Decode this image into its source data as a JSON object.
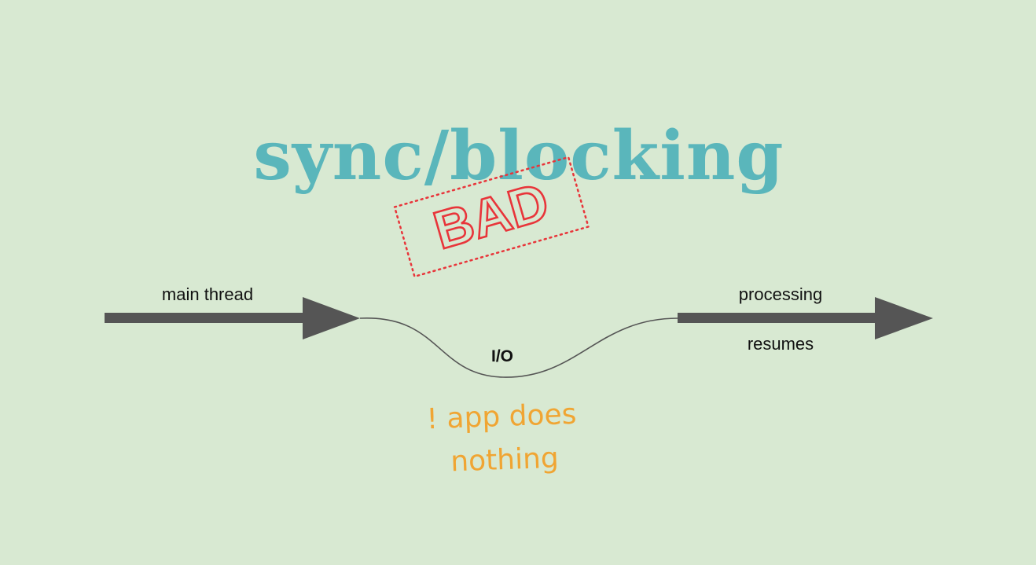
{
  "colors": {
    "background": "#d8e9d2",
    "title": "#5ab6bb",
    "stamp": "#e8353a",
    "arrow": "#555555",
    "curve": "#555555",
    "note": "#f0a533",
    "text": "#111111"
  },
  "title": "sync/blocking",
  "stamp": {
    "text": "BAD"
  },
  "labels": {
    "main_thread": "main thread",
    "io": "I/O",
    "processing": "processing",
    "resumes": "resumes"
  },
  "note": {
    "line1": "! app does",
    "line2": "nothing"
  }
}
